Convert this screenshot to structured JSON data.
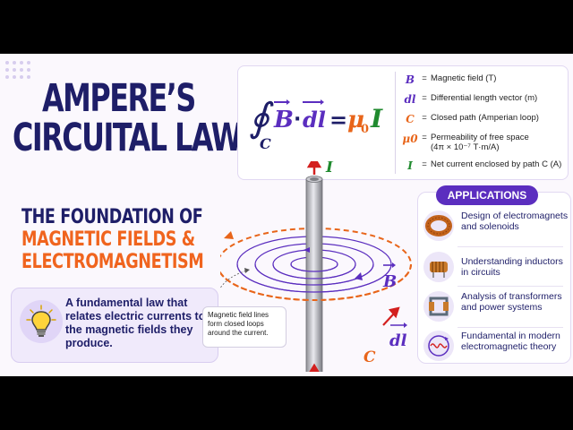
{
  "title": {
    "line1": "AMPERE’S",
    "line2": "CIRCUITAL LAW"
  },
  "subtitle": {
    "line1": "THE FOUNDATION OF",
    "line2": "MAGNETIC FIELDS &",
    "line3": "ELECTROMAGNETISM"
  },
  "info": {
    "text": "A fundamental law that relates electric currents to the magnetic fields they produce.",
    "icon": "lightbulb-icon"
  },
  "formula": {
    "subscript": "C",
    "lhs_b": "B",
    "lhs_dot": "·",
    "lhs_dl": "dl",
    "equals": "=",
    "mu": "μ",
    "mu_sub": "0",
    "current": "I"
  },
  "definitions": [
    {
      "symbol": "B",
      "eq": "=",
      "text": "Magnetic field (T)",
      "color": "#5b2ebf"
    },
    {
      "symbol": "dl",
      "eq": "=",
      "text": "Differential length vector (m)",
      "color": "#5b2ebf"
    },
    {
      "symbol": "C",
      "eq": "=",
      "text": "Closed path (Amperian loop)",
      "color": "#e8651a"
    },
    {
      "symbol": "μ0",
      "eq": "=",
      "text": "Permeability of free space",
      "text2": "(4π × 10⁻⁷ T·m/A)",
      "color": "#e8651a"
    },
    {
      "symbol": "I",
      "eq": "=",
      "text": "Net current enclosed by path C (A)",
      "color": "#1f8a2e"
    }
  ],
  "diagram": {
    "current_label": "I",
    "field_label": "B",
    "dl_label": "dl",
    "path_label": "C",
    "callout": "Magnetic field lines form closed loops around the current."
  },
  "applications": {
    "heading": "APPLICATIONS",
    "items": [
      {
        "text": "Design of electromagnets and solenoids",
        "icon": "solenoid-icon"
      },
      {
        "text": "Understanding inductors in circuits",
        "icon": "inductor-icon"
      },
      {
        "text": "Analysis of transformers and power systems",
        "icon": "transformer-icon"
      },
      {
        "text": "Fundamental in modern electromagnetic theory",
        "icon": "field-loop-icon"
      }
    ]
  },
  "colors": {
    "navy": "#1e1e68",
    "orange": "#f0641e",
    "purple": "#5b2ebf",
    "green": "#1f8a2e",
    "red": "#d3201f"
  }
}
